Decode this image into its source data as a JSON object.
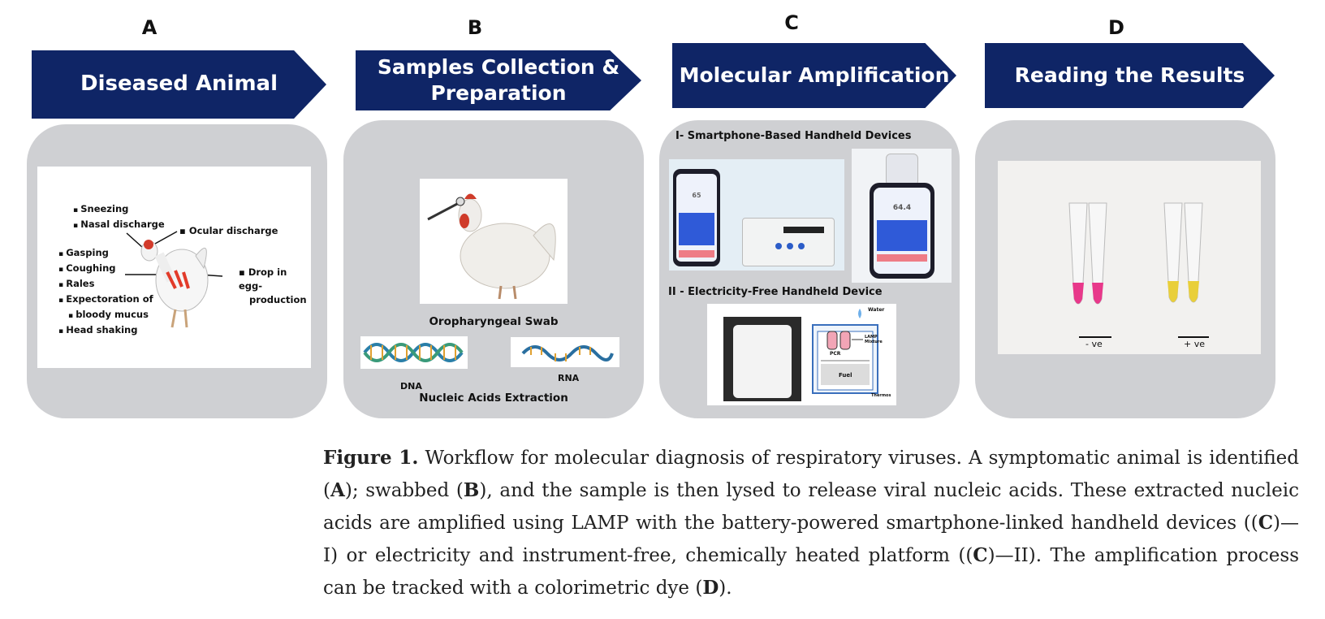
{
  "panels": [
    {
      "letter": "A",
      "title": "Diseased Animal"
    },
    {
      "letter": "B",
      "title_line1": "Samples Collection &",
      "title_line2": "Preparation"
    },
    {
      "letter": "C",
      "title": "Molecular Amplification"
    },
    {
      "letter": "D",
      "title": "Reading the Results"
    }
  ],
  "panel_a": {
    "symptoms_top": [
      "Sneezing",
      "Nasal discharge"
    ],
    "ocular": "Ocular discharge",
    "symptoms_left": [
      "Gasping",
      "Coughing",
      "Rales",
      "Expectoration of",
      "bloody mucus",
      "Head shaking"
    ],
    "drop_line1": "Drop in egg-",
    "drop_line2": "production"
  },
  "panel_b": {
    "swab_label": "Oropharyngeal Swab",
    "dna_label": "DNA",
    "rna_label": "RNA",
    "extraction_label": "Nucleic Acids Extraction"
  },
  "panel_c": {
    "section1": "I- Smartphone-Based Handheld Devices",
    "section2": "II - Electricity-Free Handheld Device",
    "phone1_reading": "65",
    "phone2_reading": "64.4",
    "diagram_water": "Water",
    "diagram_mixture": "LAMP Mixture",
    "diagram_fuel": "Fuel",
    "diagram_thermos": "Thermos",
    "diagram_pcr": "PCR"
  },
  "panel_d": {
    "neg_label": "- ve",
    "pos_label": "+ ve"
  },
  "caption": {
    "label": "Figure 1.",
    "s1": " Workflow for molecular diagnosis of respiratory viruses. A symptomatic animal is identified (",
    "a": "A",
    "s2": "); swabbed (",
    "b": "B",
    "s3": "), and the sample is then lysed to release viral nucleic acids. These extracted nucleic acids are amplified using LAMP with the battery-powered smartphone-linked handheld devices ((",
    "c1": "C",
    "s4": ")—I) or electricity and instrument-free, chemically heated platform ((",
    "c2": "C",
    "s5": ")—II). The amplification process can be tracked with a colorimetric dye (",
    "d": "D",
    "s6": ")."
  },
  "colors": {
    "banner": "#0f2566",
    "panel": "#cfd0d3",
    "negative_tube": "#e8388a",
    "positive_tube": "#e9cf3a"
  }
}
